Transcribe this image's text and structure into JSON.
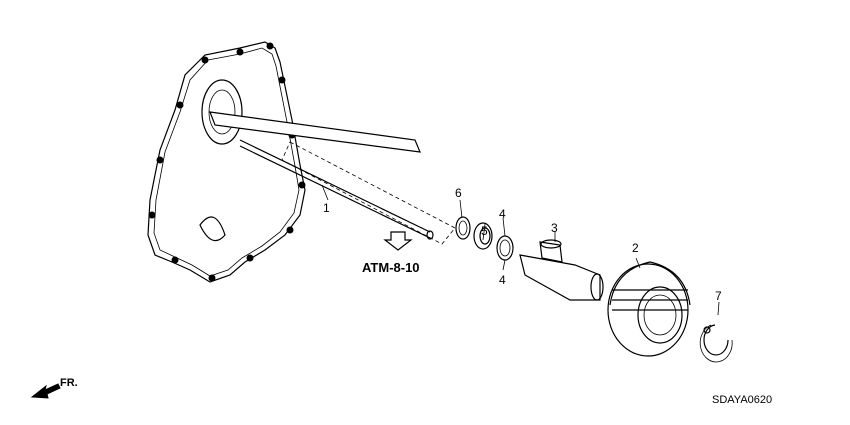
{
  "diagram": {
    "callouts": {
      "p1": "1",
      "p2": "2",
      "p3": "3",
      "p4a": "4",
      "p4b": "4",
      "p5": "5",
      "p6": "6",
      "p7": "7"
    },
    "reference_label": "ATM-8-10",
    "direction_label": "FR.",
    "diagram_code": "SDAYA0620"
  }
}
